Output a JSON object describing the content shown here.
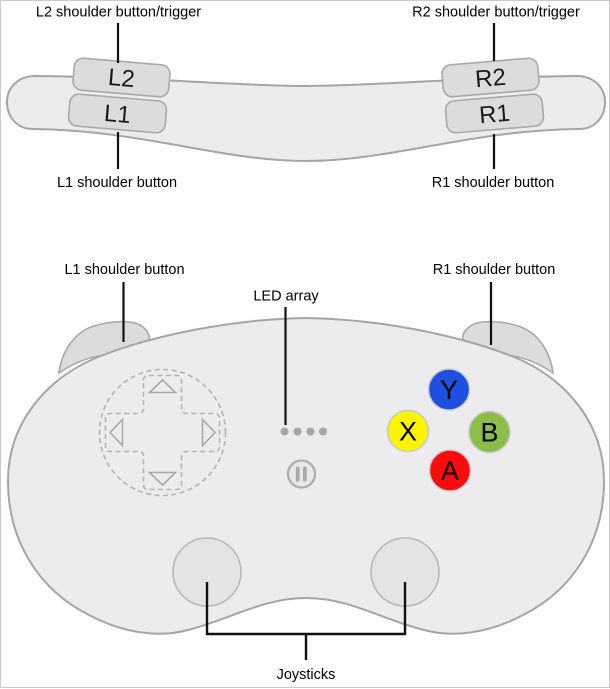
{
  "figure": {
    "title": "Game controller layout diagram",
    "views": [
      "top-edge",
      "front-face"
    ]
  },
  "top_view": {
    "callouts": {
      "l2": "L2 shoulder button/trigger",
      "r2": "R2 shoulder button/trigger",
      "l1": "L1 shoulder button",
      "r1": "R1 shoulder button"
    },
    "buttons": {
      "l2": "L2",
      "l1": "L1",
      "r2": "R2",
      "r1": "R1"
    }
  },
  "front_view": {
    "callouts": {
      "l1": "L1 shoulder button",
      "led": "LED array",
      "r1": "R1 shoulder button",
      "joysticks": "Joysticks"
    },
    "face_buttons": {
      "y": {
        "label": "Y",
        "color": "#1e4fdf",
        "position": "top"
      },
      "x": {
        "label": "X",
        "color": "#fcf403",
        "position": "left"
      },
      "b": {
        "label": "B",
        "color": "#8cbd48",
        "position": "right"
      },
      "a": {
        "label": "A",
        "color": "#f90c0c",
        "position": "bottom"
      }
    },
    "led_count": 4,
    "has_pause_button": true,
    "has_dpad": true,
    "joystick_count": 2
  },
  "colors": {
    "shell_fill": "#ececee",
    "outline": "#a5a5a8",
    "shoulder_button_fill": "#dcdcde",
    "callout_line": "#111111"
  }
}
